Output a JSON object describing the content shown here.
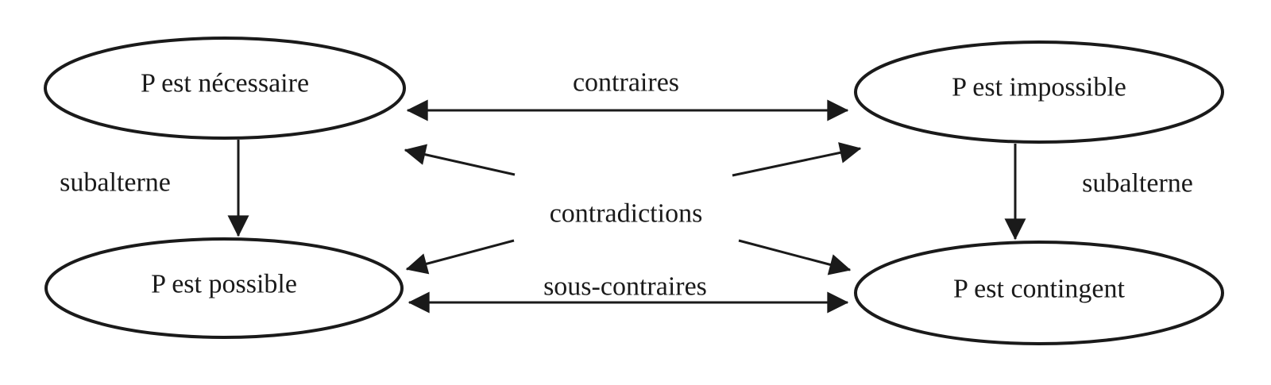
{
  "diagram": {
    "type": "logic-square-of-opposition",
    "nodes": [
      {
        "id": "necessaire",
        "label": "P est nécessaire"
      },
      {
        "id": "impossible",
        "label": "P est impossible"
      },
      {
        "id": "possible",
        "label": "P est possible"
      },
      {
        "id": "contingent",
        "label": "P est contingent"
      }
    ],
    "edges": [
      {
        "id": "contraires",
        "label": "contraires",
        "from": "necessaire",
        "to": "impossible",
        "style": "double-headed-horizontal"
      },
      {
        "id": "sous-contraires",
        "label": "sous-contraires",
        "from": "possible",
        "to": "contingent",
        "style": "double-headed-horizontal"
      },
      {
        "id": "contradictions",
        "label": "contradictions",
        "style": "four-diagonal-arrows-outward"
      },
      {
        "id": "subalterne-left",
        "label": "subalterne",
        "from": "necessaire",
        "to": "possible",
        "style": "arrow-down"
      },
      {
        "id": "subalterne-right",
        "label": "subalterne",
        "from": "impossible",
        "to": "contingent",
        "style": "arrow-down"
      }
    ],
    "colors": {
      "background": "#ffffff",
      "stroke": "#1a1a1a",
      "text": "#1a1a1a"
    }
  }
}
